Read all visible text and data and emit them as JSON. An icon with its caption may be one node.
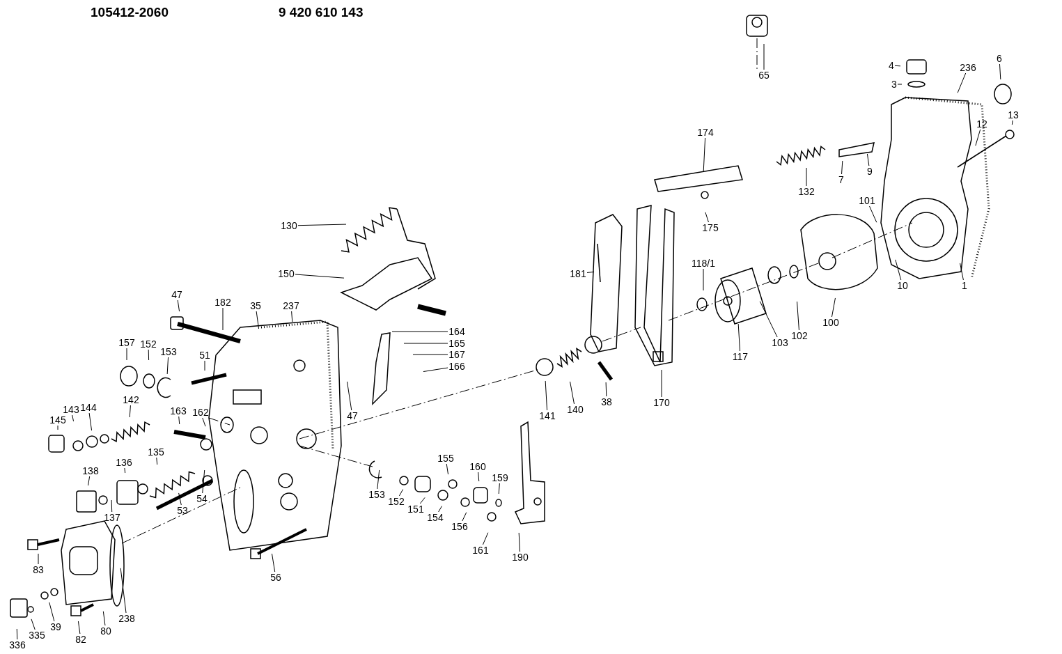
{
  "diagram": {
    "nodes": [
      {
        "text": [
          "65"
        ]
      },
      {
        "text": [
          "4"
        ]
      },
      {
        "text": [
          "3"
        ]
      },
      {
        "text": [
          "236"
        ]
      },
      {
        "text": [
          "6"
        ]
      },
      {
        "text": [
          "13"
        ]
      },
      {
        "text": [
          "12"
        ]
      },
      {
        "text": [
          "174"
        ]
      },
      {
        "text": [
          "132"
        ]
      },
      {
        "text": [
          "7"
        ]
      },
      {
        "text": [
          "9"
        ]
      },
      {
        "text": [
          "101"
        ]
      },
      {
        "text": [
          "130"
        ]
      },
      {
        "text": [
          "175"
        ]
      },
      {
        "text": [
          "150"
        ]
      },
      {
        "text": [
          "181"
        ]
      },
      {
        "text": [
          "118/1"
        ]
      },
      {
        "text": [
          "10"
        ]
      },
      {
        "text": [
          "1"
        ]
      },
      {
        "text": [
          "47"
        ]
      },
      {
        "text": [
          "182"
        ]
      },
      {
        "text": [
          "35"
        ]
      },
      {
        "text": [
          "237"
        ]
      },
      {
        "text": [
          "100"
        ]
      },
      {
        "text": [
          "164"
        ]
      },
      {
        "text": [
          "157"
        ]
      },
      {
        "text": [
          "102"
        ]
      },
      {
        "text": [
          "103"
        ]
      },
      {
        "text": [
          "165"
        ]
      },
      {
        "text": [
          "152"
        ]
      },
      {
        "text": [
          "153"
        ]
      },
      {
        "text": [
          "167"
        ]
      },
      {
        "text": [
          "51"
        ]
      },
      {
        "text": [
          "117"
        ]
      },
      {
        "text": [
          "166"
        ]
      },
      {
        "text": [
          "142"
        ]
      },
      {
        "text": [
          "38"
        ]
      },
      {
        "text": [
          "170"
        ]
      },
      {
        "text": [
          "163"
        ]
      },
      {
        "text": [
          "162"
        ]
      },
      {
        "text": [
          "140"
        ]
      },
      {
        "text": [
          "143"
        ]
      },
      {
        "text": [
          "144"
        ]
      },
      {
        "text": [
          "141"
        ]
      },
      {
        "text": [
          "47"
        ]
      },
      {
        "text": [
          "145"
        ]
      },
      {
        "text": [
          "135"
        ]
      },
      {
        "text": [
          "155"
        ]
      },
      {
        "text": [
          "136"
        ]
      },
      {
        "text": [
          "160"
        ]
      },
      {
        "text": [
          "138"
        ]
      },
      {
        "text": [
          "159"
        ]
      },
      {
        "text": [
          "153"
        ]
      },
      {
        "text": [
          "54"
        ]
      },
      {
        "text": [
          "152"
        ]
      },
      {
        "text": [
          "151"
        ]
      },
      {
        "text": [
          "53"
        ]
      },
      {
        "text": [
          "137"
        ]
      },
      {
        "text": [
          "154"
        ]
      },
      {
        "text": [
          "156"
        ]
      },
      {
        "text": [
          "161"
        ]
      },
      {
        "text": [
          "190"
        ]
      },
      {
        "text": [
          "83"
        ]
      },
      {
        "text": [
          "56"
        ]
      },
      {
        "text": [
          "238"
        ]
      },
      {
        "text": [
          "39"
        ]
      },
      {
        "text": [
          "80"
        ]
      },
      {
        "text": [
          "335"
        ]
      },
      {
        "text": [
          "82"
        ]
      },
      {
        "text": [
          "336"
        ]
      }
    ],
    "edges": [
      {
        "from": 0,
        "to": null,
        "arrow": "none"
      },
      {
        "from": 1,
        "to": null,
        "arrow": "none"
      },
      {
        "from": 2,
        "to": null,
        "arrow": "none"
      },
      {
        "from": 3,
        "to": null,
        "arrow": "none"
      },
      {
        "from": 4,
        "to": null,
        "arrow": "none"
      },
      {
        "from": 5,
        "to": null,
        "arrow": "none"
      },
      {
        "from": 6,
        "to": null,
        "arrow": "none"
      },
      {
        "from": 7,
        "to": null,
        "arrow": "none"
      },
      {
        "from": 8,
        "to": null,
        "arrow": "none"
      },
      {
        "from": 9,
        "to": null,
        "arrow": "none"
      },
      {
        "from": 10,
        "to": null,
        "arrow": "none"
      },
      {
        "from": 11,
        "to": null,
        "arrow": "none"
      },
      {
        "from": 12,
        "to": null,
        "arrow": "none"
      },
      {
        "from": 13,
        "to": null,
        "arrow": "none"
      },
      {
        "from": 14,
        "to": null,
        "arrow": "none"
      },
      {
        "from": 15,
        "to": null,
        "arrow": "none"
      },
      {
        "from": 16,
        "to": null,
        "arrow": "none"
      },
      {
        "from": 17,
        "to": null,
        "arrow": "none"
      },
      {
        "from": 18,
        "to": null,
        "arrow": "none"
      },
      {
        "from": 19,
        "to": null,
        "arrow": "none"
      },
      {
        "from": 20,
        "to": null,
        "arrow": "none"
      },
      {
        "from": 21,
        "to": null,
        "arrow": "none"
      },
      {
        "from": 22,
        "to": null,
        "arrow": "none"
      },
      {
        "from": 23,
        "to": null,
        "arrow": "none"
      },
      {
        "from": 24,
        "to": null,
        "arrow": "none"
      },
      {
        "from": 25,
        "to": null,
        "arrow": "none"
      },
      {
        "from": 26,
        "to": null,
        "arrow": "none"
      },
      {
        "from": 27,
        "to": null,
        "arrow": "none"
      },
      {
        "from": 28,
        "to": null,
        "arrow": "none"
      },
      {
        "from": 29,
        "to": null,
        "arrow": "none"
      },
      {
        "from": 30,
        "to": null,
        "arrow": "none"
      },
      {
        "from": 31,
        "to": null,
        "arrow": "none"
      },
      {
        "from": 32,
        "to": null,
        "arrow": "none"
      },
      {
        "from": 33,
        "to": null,
        "arrow": "none"
      },
      {
        "from": 34,
        "to": null,
        "arrow": "none"
      },
      {
        "from": 35,
        "to": null,
        "arrow": "none"
      },
      {
        "from": 36,
        "to": null,
        "arrow": "none"
      },
      {
        "from": 37,
        "to": null,
        "arrow": "none"
      },
      {
        "from": 38,
        "to": null,
        "arrow": "none"
      },
      {
        "from": 39,
        "to": null,
        "arrow": "none"
      },
      {
        "from": 40,
        "to": null,
        "arrow": "none"
      },
      {
        "from": 41,
        "to": null,
        "arrow": "none"
      },
      {
        "from": 42,
        "to": null,
        "arrow": "none"
      },
      {
        "from": 43,
        "to": null,
        "arrow": "none"
      },
      {
        "from": 44,
        "to": null,
        "arrow": "none"
      },
      {
        "from": 45,
        "to": null,
        "arrow": "none"
      },
      {
        "from": 46,
        "to": null,
        "arrow": "none"
      },
      {
        "from": 47,
        "to": null,
        "arrow": "none"
      },
      {
        "from": 48,
        "to": null,
        "arrow": "none"
      },
      {
        "from": 49,
        "to": null,
        "arrow": "none"
      },
      {
        "from": 50,
        "to": null,
        "arrow": "none"
      },
      {
        "from": 51,
        "to": null,
        "arrow": "none"
      },
      {
        "from": 52,
        "to": null,
        "arrow": "none"
      },
      {
        "from": 53,
        "to": null,
        "arrow": "none"
      },
      {
        "from": 54,
        "to": null,
        "arrow": "none"
      },
      {
        "from": 55,
        "to": null,
        "arrow": "none"
      },
      {
        "from": 56,
        "to": null,
        "arrow": "none"
      },
      {
        "from": 57,
        "to": null,
        "arrow": "none"
      },
      {
        "from": 58,
        "to": null,
        "arrow": "none"
      },
      {
        "from": 59,
        "to": null,
        "arrow": "none"
      },
      {
        "from": 60,
        "to": null,
        "arrow": "none"
      },
      {
        "from": 61,
        "to": null,
        "arrow": "none"
      },
      {
        "from": 62,
        "to": null,
        "arrow": "none"
      },
      {
        "from": 63,
        "to": null,
        "arrow": "none"
      },
      {
        "from": 64,
        "to": null,
        "arrow": "none"
      },
      {
        "from": 65,
        "to": null,
        "arrow": "none"
      },
      {
        "from": 66,
        "to": null,
        "arrow": "none"
      },
      {
        "from": 67,
        "to": null,
        "arrow": "none"
      },
      {
        "from": 68,
        "to": null,
        "arrow": "none"
      },
      {
        "from": 69,
        "to": null,
        "arrow": "none"
      }
    ],
    "labels": [
      "105412-2060",
      "9 420 610 143"
    ]
  }
}
